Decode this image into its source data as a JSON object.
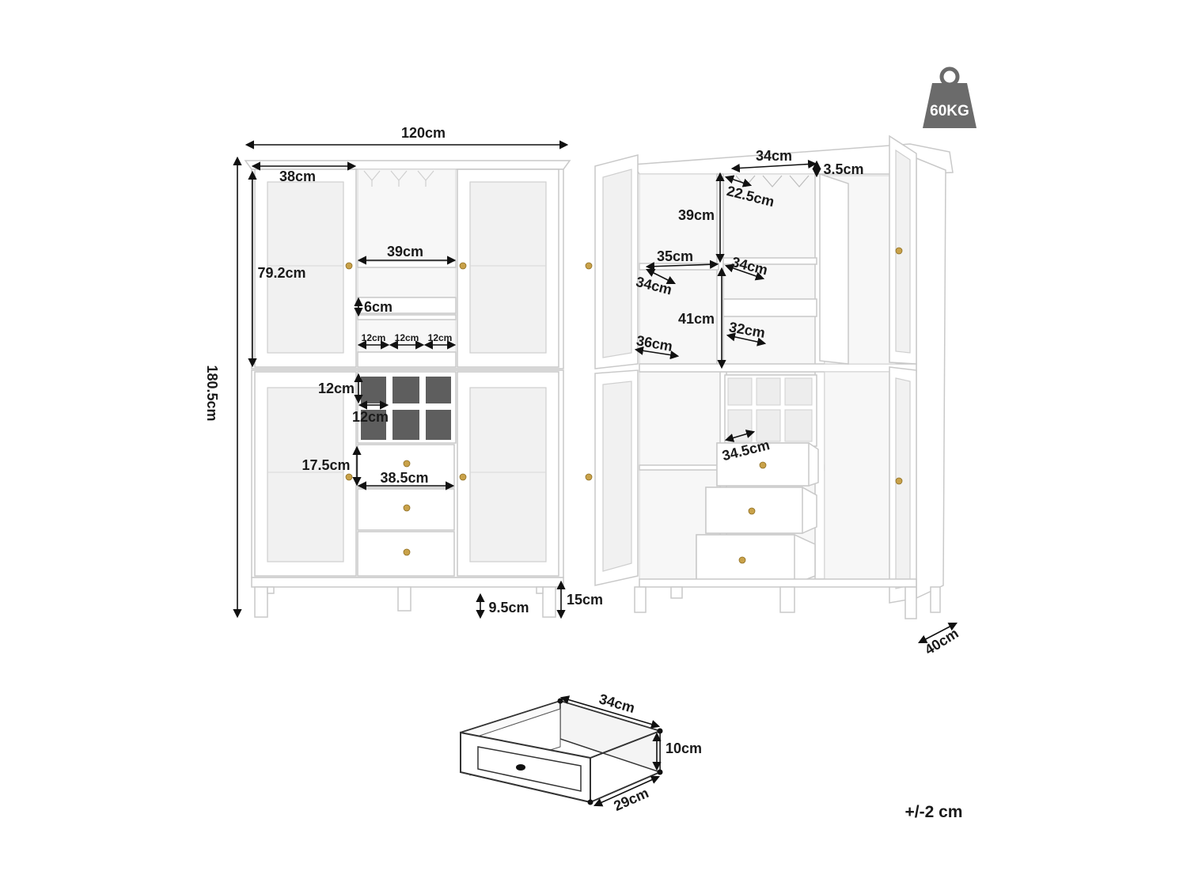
{
  "weight_badge": {
    "label": "60KG",
    "icon": "weight-icon",
    "color": "#6b6b6b"
  },
  "front_view": {
    "total_width": "120cm",
    "total_height": "180.5cm",
    "door_width": "38cm",
    "door_height": "79.2cm",
    "shelf_width": "39cm",
    "rack_height": "6cm",
    "slot_1": "12cm",
    "slot_2": "12cm",
    "slot_3": "12cm",
    "cube_height": "12cm",
    "cube_width": "12cm",
    "drawer_height": "17.5cm",
    "drawer_width": "38.5cm",
    "leg_height": "9.5cm",
    "base_height": "15cm"
  },
  "side_view": {
    "rack_width": "34cm",
    "rack_height": "3.5cm",
    "rack_depth": "22.5cm",
    "upper_height": "39cm",
    "upper_width": "35cm",
    "upper_depth_left": "34cm",
    "upper_depth_right": "34cm",
    "lower_height": "41cm",
    "shelf_depth": "32cm",
    "bottom_depth": "36cm",
    "drawer_depth": "34.5cm",
    "cabinet_depth": "40cm"
  },
  "drawer_view": {
    "length": "34cm",
    "height": "10cm",
    "width": "29cm"
  },
  "tolerance": "+/-2 cm"
}
